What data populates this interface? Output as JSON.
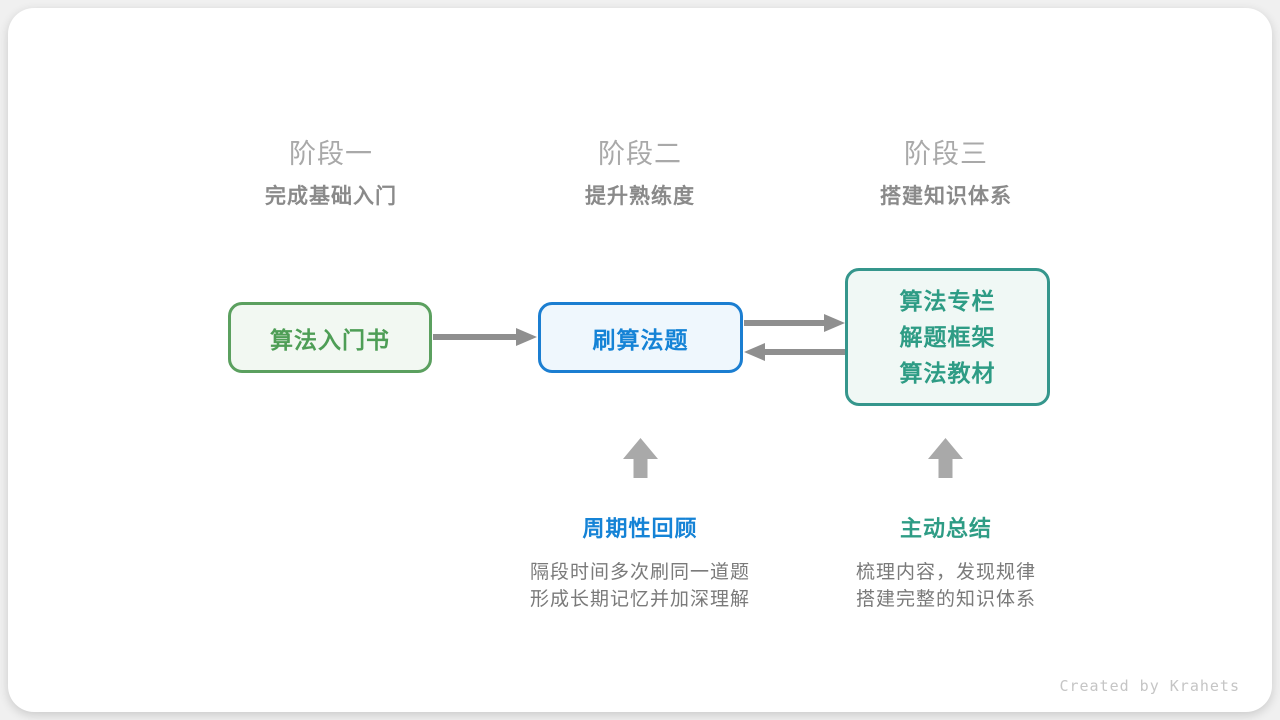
{
  "phases": [
    {
      "title": "阶段一",
      "subtitle": "完成基础入门"
    },
    {
      "title": "阶段二",
      "subtitle": "提升熟练度"
    },
    {
      "title": "阶段三",
      "subtitle": "搭建知识体系"
    }
  ],
  "boxes": {
    "stage1": {
      "label": "算法入门书"
    },
    "stage2": {
      "label": "刷算法题"
    },
    "stage3": {
      "lines": [
        "算法专栏",
        "解题框架",
        "算法教材"
      ]
    }
  },
  "annotations": {
    "review": {
      "label": "周期性回顾",
      "lines": [
        "隔段时间多次刷同一道题",
        "形成长期记忆并加深理解"
      ]
    },
    "summarize": {
      "label": "主动总结",
      "lines": [
        "梳理内容，发现规律",
        "搭建完整的知识体系"
      ]
    }
  },
  "credit": "Created by Krahets",
  "colors": {
    "stage1_border": "#5ba05f",
    "stage1_text": "#4e9e56",
    "stage1_fill": "#f2f8f2",
    "stage2_border": "#1b7ed1",
    "stage2_text": "#1583d6",
    "stage2_fill": "#eff7fd",
    "stage3_border": "#35968c",
    "stage3_text": "#2e9c85",
    "stage3_fill": "#f0f8f5",
    "flow_arrow": "#8f8f8f",
    "up_arrow": "#a9a9a9",
    "phase_title": "#a9a9a9",
    "phase_subtitle": "#8a8a8a",
    "description_text": "#7a7a7a",
    "credit_text": "#c5c5c5"
  }
}
